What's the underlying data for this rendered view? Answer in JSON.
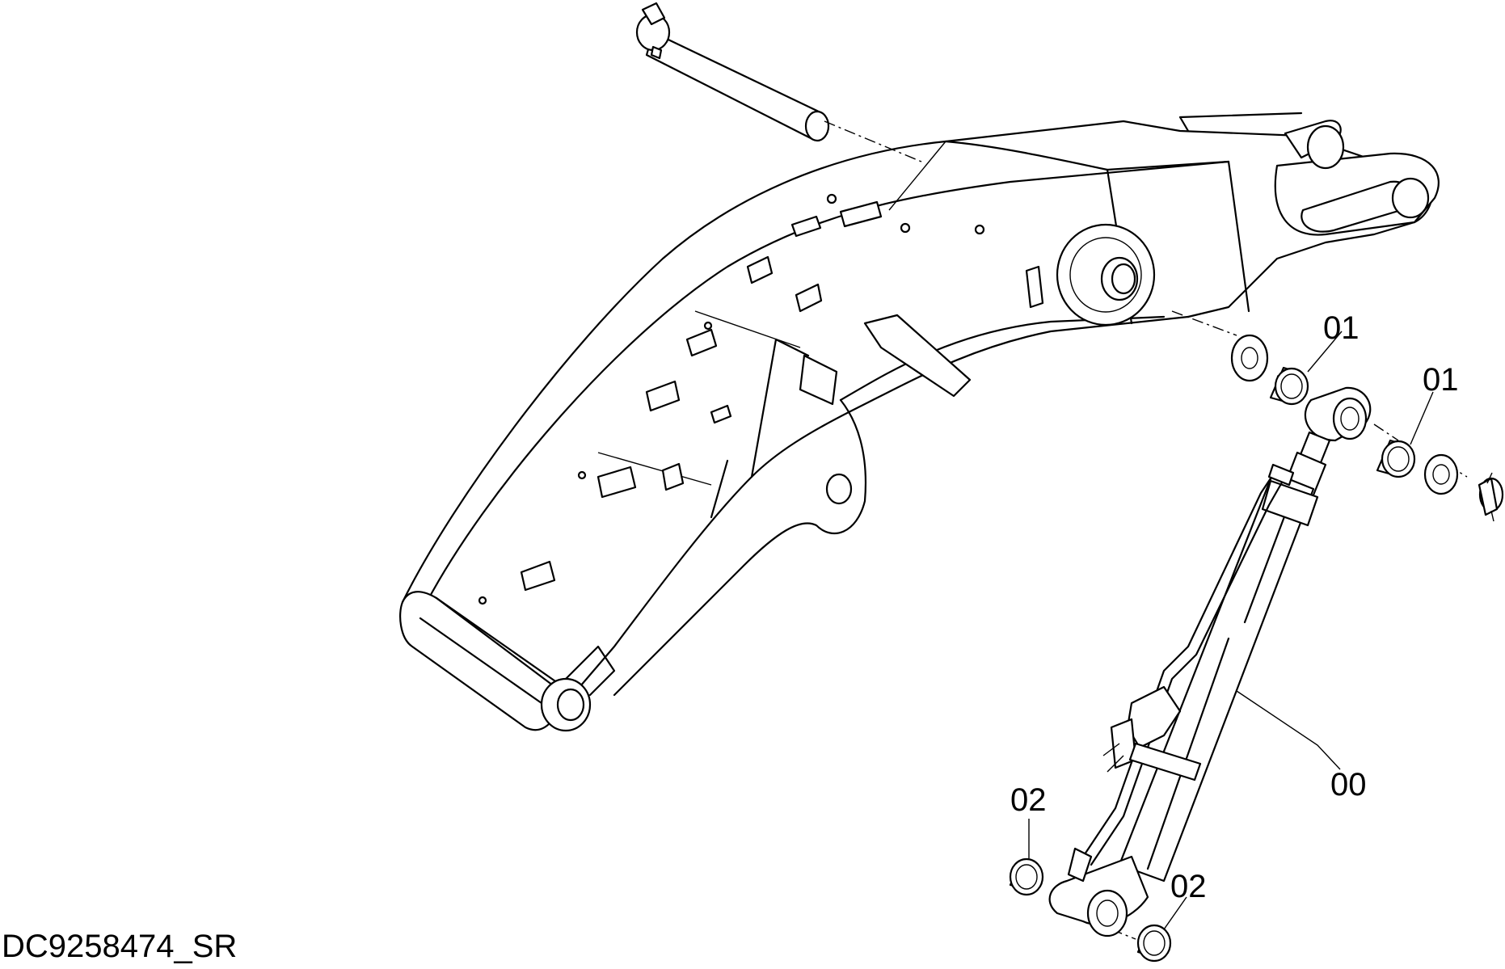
{
  "diagram": {
    "drawing_code": "DC9258474_SR",
    "callouts": [
      {
        "id": "callout-01-left",
        "text": "01"
      },
      {
        "id": "callout-01-right",
        "text": "01"
      },
      {
        "id": "callout-00",
        "text": "00"
      },
      {
        "id": "callout-02-left",
        "text": "02"
      },
      {
        "id": "callout-02-right",
        "text": "02"
      }
    ]
  }
}
